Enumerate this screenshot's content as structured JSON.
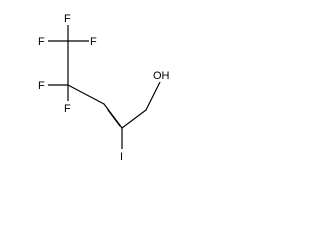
{
  "molecule": {
    "atom_labels": {
      "f_top_left": "F",
      "f_top": "F",
      "f_top_right": "F",
      "f_left_1": "F",
      "f_left_2": "F",
      "iodine": "I",
      "hydroxyl": "OH"
    },
    "line_color": "#000000"
  }
}
